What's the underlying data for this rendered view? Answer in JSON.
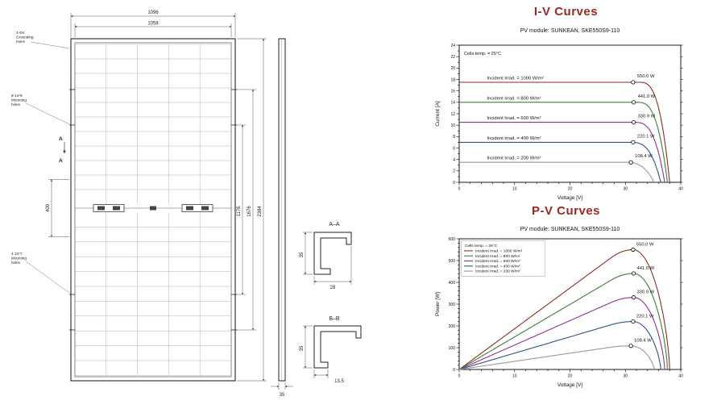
{
  "page": {
    "background": "#ffffff"
  },
  "diagram": {
    "dims": {
      "overall_width": "1096",
      "inner_width": "1058",
      "hole_span_inner": "1176",
      "hole_span_outer": "1676",
      "overall_height": "2384",
      "clamp_span": "400",
      "frame_depth": "35",
      "aa_height": "35",
      "aa_width": "28",
      "bb_height": "35",
      "bb_width": "13.5"
    },
    "labels": {
      "grounding_lines": [
        "4-Φ4",
        "Grounding",
        "holes"
      ],
      "mounting_b_lines": [
        "8-14*9",
        "Mounting",
        "holes"
      ],
      "mounting_4_lines": [
        "4-10*7",
        "Mounting",
        "holes"
      ],
      "section_letter": "A",
      "section_aa": "A–A",
      "section_bb": "B–B"
    }
  },
  "chart_data": [
    {
      "type": "line",
      "id": "iv",
      "title": "I-V Curves",
      "title_color": "#9b2823",
      "subtitle": "PV module: SUNKEAN, SKE550S9-110",
      "note": "Cells temp. = 25°C",
      "xlabel": "Voltage [V]",
      "ylabel": "Current [A]",
      "xlim": [
        0,
        40
      ],
      "ylim": [
        0,
        24
      ],
      "xtick": 10,
      "xtick_minor": 2,
      "ytick": 2,
      "ytick_minor": 1,
      "legend_position": "none",
      "grid": false,
      "series": [
        {
          "name": "Incident Irrad. = 1000 W/m²",
          "irradiance_wm2": 1000,
          "isc_a": 17.5,
          "voc_v": 38.0,
          "vmp_v": 31.4,
          "pmax_w": 550.0,
          "pmax_label": "550.0 W",
          "color": "#8c2f24"
        },
        {
          "name": "Incident Irrad. = 800 W/m²",
          "irradiance_wm2": 800,
          "isc_a": 14.0,
          "voc_v": 37.6,
          "vmp_v": 31.5,
          "pmax_w": 441.0,
          "pmax_label": "441.0 W",
          "color": "#3f7d3a"
        },
        {
          "name": "Incident Irrad. = 600 W/m²",
          "irradiance_wm2": 600,
          "isc_a": 10.5,
          "voc_v": 37.1,
          "vmp_v": 31.5,
          "pmax_w": 330.9,
          "pmax_label": "330.9 W",
          "color": "#953095"
        },
        {
          "name": "Incident Irrad. = 400 W/m²",
          "irradiance_wm2": 400,
          "isc_a": 7.0,
          "voc_v": 36.4,
          "vmp_v": 31.4,
          "pmax_w": 220.1,
          "pmax_label": "220.1 W",
          "color": "#31508c"
        },
        {
          "name": "Incident Irrad. = 200 W/m²",
          "irradiance_wm2": 200,
          "isc_a": 3.5,
          "voc_v": 35.2,
          "vmp_v": 31.0,
          "pmax_w": 108.4,
          "pmax_label": "108.4 W",
          "color": "#989898"
        }
      ]
    },
    {
      "type": "line",
      "id": "pv",
      "title": "P-V Curves",
      "title_color": "#9b2823",
      "subtitle": "PV module: SUNKEAN, SKE550S9-110",
      "legend_note": "Cells temp. = 25°C",
      "xlabel": "Voltage [V]",
      "ylabel": "Power [W]",
      "xlim": [
        0,
        40
      ],
      "ylim": [
        0,
        600
      ],
      "xtick": 10,
      "xtick_minor": 2,
      "ytick": 100,
      "ytick_minor": 20,
      "legend_position": "top-left",
      "grid": false,
      "series": [
        {
          "name": "Incident Irrad. = 1000 W/m²",
          "irradiance_wm2": 1000,
          "isc_a": 17.5,
          "voc_v": 38.0,
          "vmp_v": 31.4,
          "pmax_w": 550.0,
          "pmax_label": "550.0 W",
          "color": "#8c2f24"
        },
        {
          "name": "Incident Irrad. = 800 W/m²",
          "irradiance_wm2": 800,
          "isc_a": 14.0,
          "voc_v": 37.6,
          "vmp_v": 31.5,
          "pmax_w": 441.0,
          "pmax_label": "441.0 W",
          "color": "#3f7d3a"
        },
        {
          "name": "Incident Irrad. = 600 W/m²",
          "irradiance_wm2": 600,
          "isc_a": 10.5,
          "voc_v": 37.1,
          "vmp_v": 31.5,
          "pmax_w": 330.9,
          "pmax_label": "330.9 W",
          "color": "#953095"
        },
        {
          "name": "Incident Irrad. = 400 W/m²",
          "irradiance_wm2": 400,
          "isc_a": 7.0,
          "voc_v": 36.4,
          "vmp_v": 31.4,
          "pmax_w": 220.1,
          "pmax_label": "220.1 W",
          "color": "#31508c"
        },
        {
          "name": "Incident Irrad. = 200 W/m²",
          "irradiance_wm2": 200,
          "isc_a": 3.5,
          "voc_v": 35.2,
          "vmp_v": 31.0,
          "pmax_w": 108.4,
          "pmax_label": "108.4 W",
          "color": "#989898"
        }
      ]
    }
  ]
}
